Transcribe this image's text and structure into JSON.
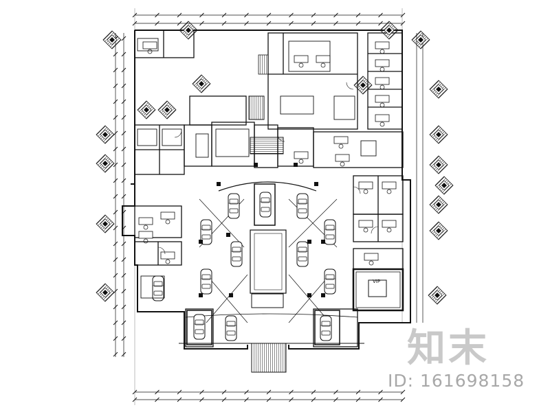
{
  "drawing": {
    "labels": {
      "entrance": "",
      "vip_room": "VIP",
      "room_vip_code": "VIP"
    }
  },
  "watermark": {
    "brand": "知末",
    "id_text": "ID: 161698158"
  }
}
